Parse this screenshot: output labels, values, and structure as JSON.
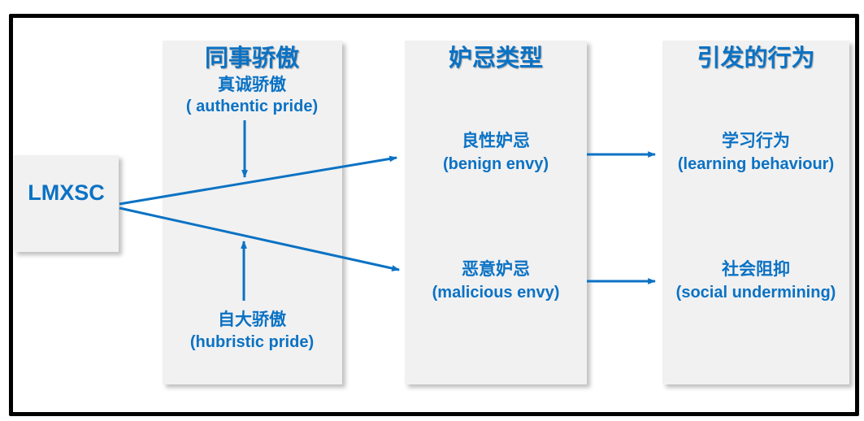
{
  "diagram": {
    "title_semantics": "LMXSC envy moderation model",
    "colors": {
      "accent": "#0b72c4",
      "panel_bg": "#f1f1f1",
      "frame": "#000000",
      "background": "#ffffff"
    },
    "lmxsc": {
      "label": "LMXSC"
    },
    "columns": [
      {
        "header": "同事骄傲",
        "moderators": [
          {
            "zh": "真诚骄傲",
            "en": "( authentic pride)"
          },
          {
            "zh": "自大骄傲",
            "en": "(hubristic pride)"
          }
        ]
      },
      {
        "header": "妒忌类型",
        "nodes": [
          {
            "zh": "良性妒忌",
            "en": "(benign envy)"
          },
          {
            "zh": "恶意妒忌",
            "en": "(malicious envy)"
          }
        ]
      },
      {
        "header": "引发的行为",
        "nodes": [
          {
            "zh": "学习行为",
            "en": "(learning behaviour)"
          },
          {
            "zh": "社会阻抑",
            "en": "(social undermining)"
          }
        ]
      }
    ],
    "edges": [
      {
        "from": "LMXSC",
        "to": "良性妒忌 (benign envy)",
        "kind": "direct"
      },
      {
        "from": "LMXSC",
        "to": "恶意妒忌 (malicious envy)",
        "kind": "direct"
      },
      {
        "from": "真诚骄傲 ( authentic pride)",
        "to": "LMXSC → 良性妒忌",
        "kind": "moderation"
      },
      {
        "from": "自大骄傲 (hubristic pride)",
        "to": "LMXSC → 恶意妒忌",
        "kind": "moderation"
      },
      {
        "from": "良性妒忌 (benign envy)",
        "to": "学习行为 (learning behaviour)",
        "kind": "direct"
      },
      {
        "from": "恶意妒忌 (malicious envy)",
        "to": "社会阻抑 (social undermining)",
        "kind": "direct"
      }
    ]
  }
}
